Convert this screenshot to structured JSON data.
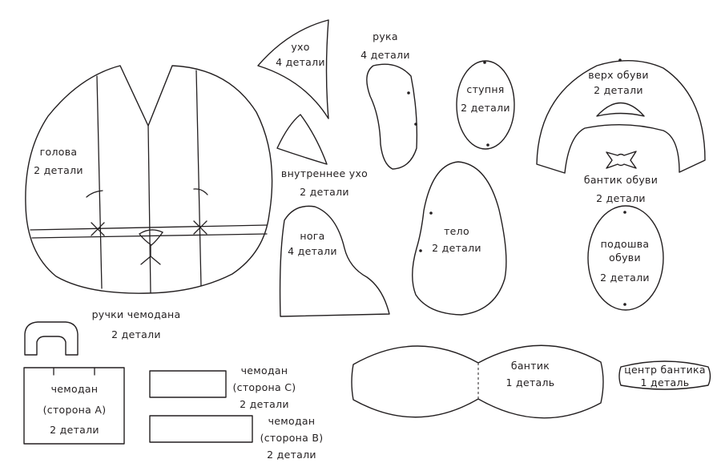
{
  "labels": {
    "ear": [
      "ухо",
      "4 детали"
    ],
    "arm": [
      "рука",
      "4 детали"
    ],
    "foot": [
      "ступня",
      "2 детали"
    ],
    "shoe_top": [
      "верх обуви",
      "2 детали"
    ],
    "head": [
      "голова",
      "2 детали"
    ],
    "inner_ear": [
      "внутреннее ухо",
      "2 детали"
    ],
    "shoe_bow": [
      "бантик обуви",
      "2 детали"
    ],
    "leg": [
      "нога",
      "4 детали"
    ],
    "body": [
      "тело",
      "2 детали"
    ],
    "sole": [
      "подошва",
      "обуви",
      "2 детали"
    ],
    "case_handles": [
      "ручки чемодана",
      "2 детали"
    ],
    "case_a": [
      "чемодан",
      "(сторона А)",
      "2 детали"
    ],
    "case_c": [
      "чемодан",
      "(сторона С)",
      "2 детали"
    ],
    "case_b": [
      "чемодан",
      "(сторона В)",
      "2 детали"
    ],
    "bow": [
      "бантик",
      "1 деталь"
    ],
    "bow_center": [
      "центр бантика",
      "1 деталь"
    ]
  }
}
